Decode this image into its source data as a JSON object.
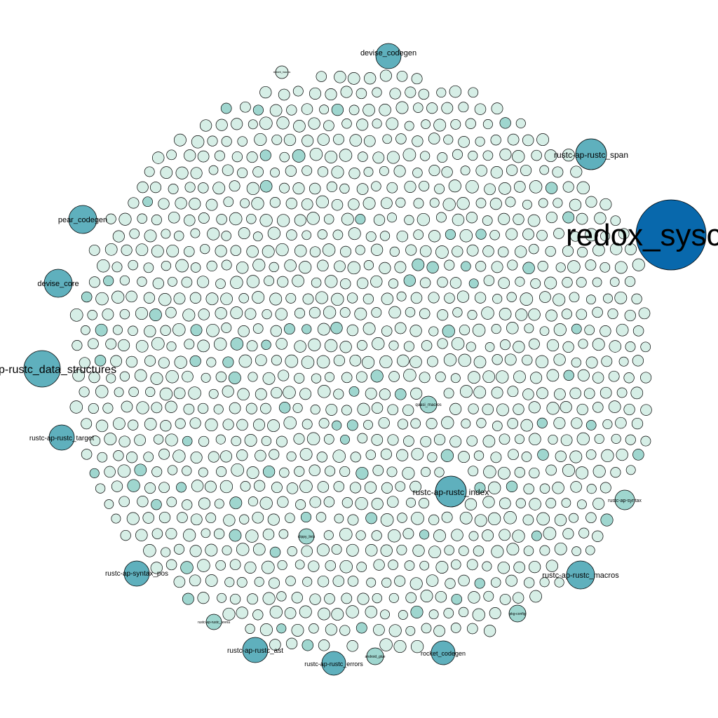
{
  "colors": {
    "hub": "#0868ac",
    "large": "#5fb0bd",
    "medium": "#9fd6cf",
    "small": "#d6eee6",
    "stroke": "#000000",
    "background": "#ffffff"
  },
  "labeled_nodes": [
    {
      "id": "redox_syscall",
      "label": "redox_sysc",
      "tier": "hub"
    },
    {
      "id": "devise_codegen",
      "label": "devise_codegen",
      "tier": "large"
    },
    {
      "id": "rustc-ap-rustc_span",
      "label": "rustc-ap-rustc_span",
      "tier": "large"
    },
    {
      "id": "pear_codegen",
      "label": "pear_codegen",
      "tier": "large"
    },
    {
      "id": "devise_core",
      "label": "devise_core",
      "tier": "large"
    },
    {
      "id": "rustc-ap-rustc_data_structures",
      "label": "p-rustc_data_structures",
      "tier": "large"
    },
    {
      "id": "rustc-ap-rustc_target",
      "label": "rustc-ap-rustc_target",
      "tier": "large"
    },
    {
      "id": "rustc-ap-rustc_index",
      "label": "rustc-ap-rustc_index",
      "tier": "large"
    },
    {
      "id": "rustc-ap-syntax_pos",
      "label": "rustc-ap-syntax_pos",
      "tier": "large"
    },
    {
      "id": "rustc-ap-rustc_macros",
      "label": "rustc-ap-rustc_macros",
      "tier": "large"
    },
    {
      "id": "rustc-ap-rustc_ast",
      "label": "rustc-ap-rustc_ast",
      "tier": "large"
    },
    {
      "id": "rustc-ap-rustc_errors",
      "label": "rustc-ap-rustc_errors",
      "tier": "large"
    },
    {
      "id": "rocket_codegen",
      "label": "rocket_codegen",
      "tier": "large"
    },
    {
      "id": "rustc-ap-syntax",
      "label": "rustc-ap-syntax",
      "tier": "medium"
    },
    {
      "id": "quasi_macros",
      "label": "quasi_macros",
      "tier": "medium"
    },
    {
      "id": "rustc-ap-rustc_arena",
      "label": "rustc-ap-rustc_arena",
      "tier": "medium"
    },
    {
      "id": "clippy_lints",
      "label": "clippy_lints",
      "tier": "medium"
    },
    {
      "id": "android_glue",
      "label": "android_glue",
      "tier": "medium"
    },
    {
      "id": "pkg-config",
      "label": "pkg-config",
      "tier": "medium"
    },
    {
      "id": "stdweb_macros",
      "label": "stdweb_macros",
      "tier": "small"
    }
  ]
}
